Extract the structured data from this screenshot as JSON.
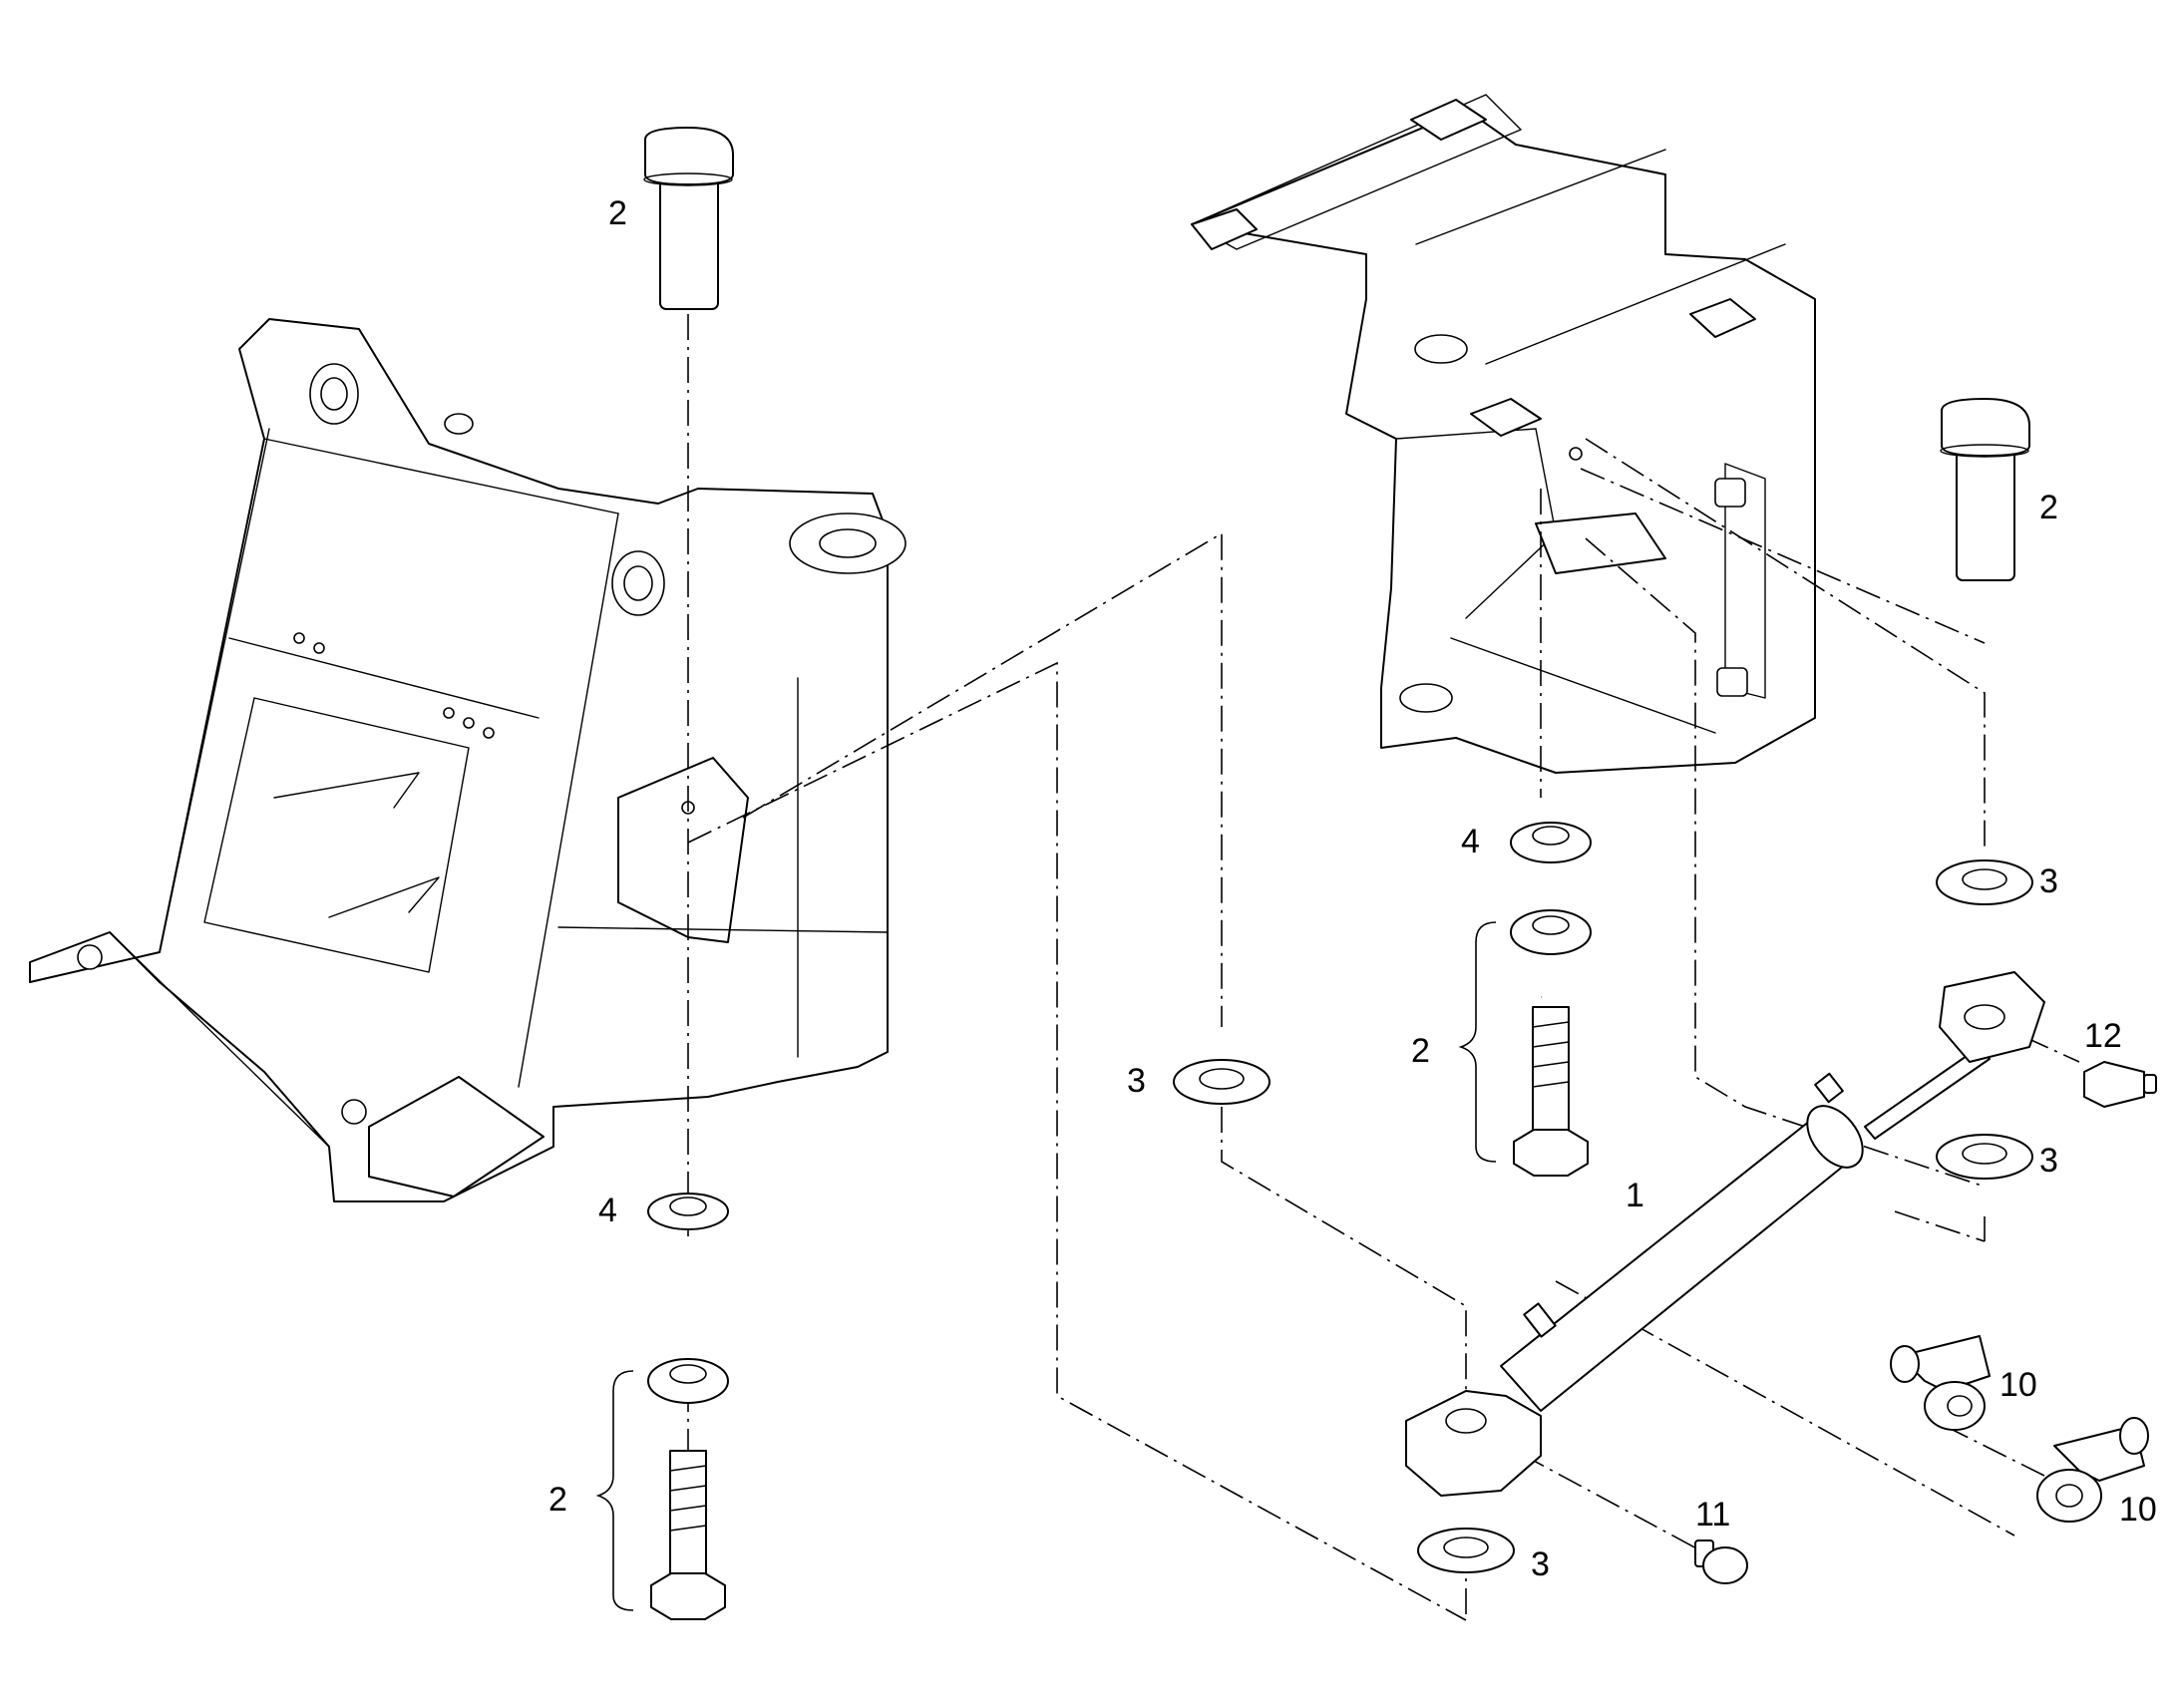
{
  "callouts": {
    "pin_top_left": "2",
    "pin_right": "2",
    "bolt_set_left": "2",
    "bolt_set_right": "2",
    "washer_left_4": "4",
    "washer_right_4": "4",
    "washer_mid_3": "3",
    "washer_rod_top_3": "3",
    "washer_rod_bottom_3": "3",
    "washer_head_3": "3",
    "cylinder_1": "1",
    "grease_nipple_12": "12",
    "plug_11": "11",
    "tee_fitting_10_upper": "10",
    "tee_fitting_10_lower": "10"
  }
}
